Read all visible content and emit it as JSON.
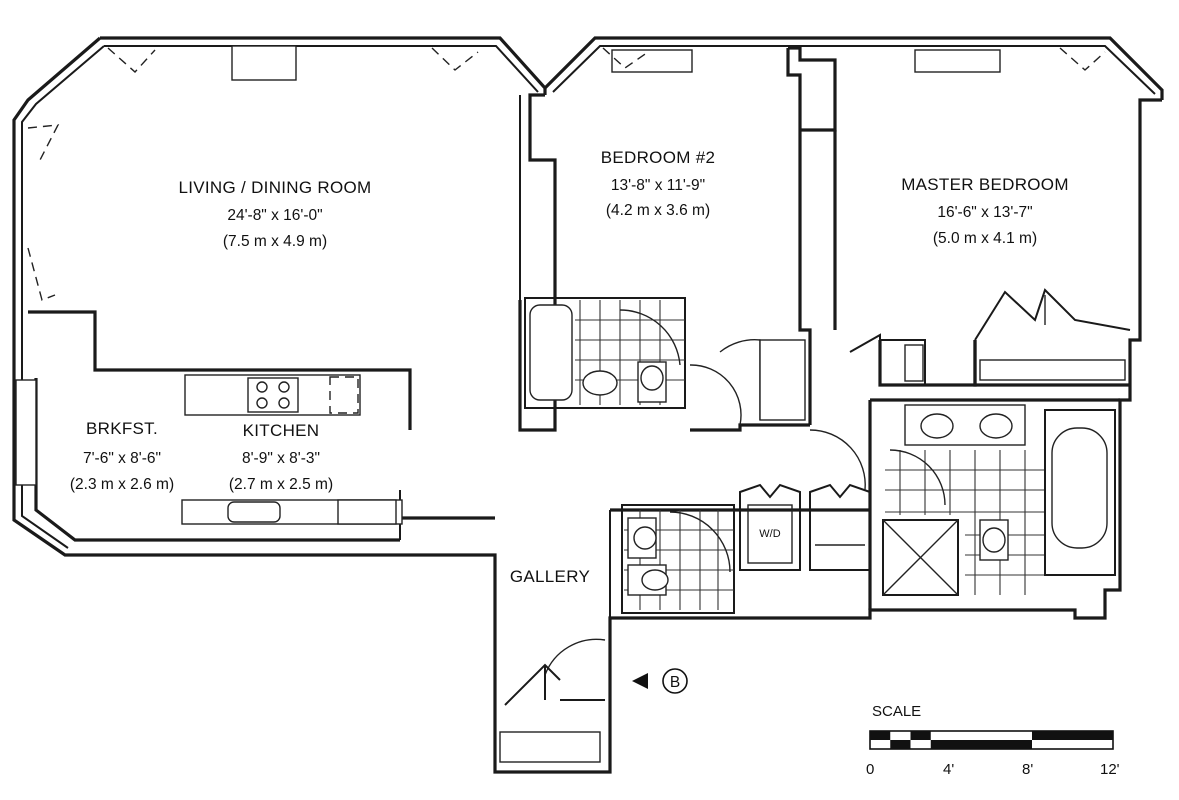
{
  "rooms": {
    "living": {
      "name": "LIVING / DINING ROOM",
      "dim_imperial": "24'-8\" x 16'-0\"",
      "dim_metric": "(7.5 m x 4.9 m)"
    },
    "bedroom2": {
      "name": "BEDROOM #2",
      "dim_imperial": "13'-8\" x 11'-9\"",
      "dim_metric": "(4.2 m x 3.6 m)"
    },
    "master": {
      "name": "MASTER BEDROOM",
      "dim_imperial": "16'-6\" x 13'-7\"",
      "dim_metric": "(5.0 m x 4.1 m)"
    },
    "brkfst": {
      "name": "BRKFST.",
      "dim_imperial": "7'-6\" x 8'-6\"",
      "dim_metric": "(2.3 m x 2.6 m)"
    },
    "kitchen": {
      "name": "KITCHEN",
      "dim_imperial": "8'-9\" x 8'-3\"",
      "dim_metric": "(2.7 m x 2.5 m)"
    },
    "gallery": {
      "name": "GALLERY"
    }
  },
  "laundry_label": "W/D",
  "unit_marker": "B",
  "scale": {
    "title": "SCALE",
    "ticks": [
      "0",
      "4'",
      "8'",
      "12'"
    ]
  },
  "colors": {
    "ink": "#1a1a1a",
    "paper": "#ffffff"
  }
}
